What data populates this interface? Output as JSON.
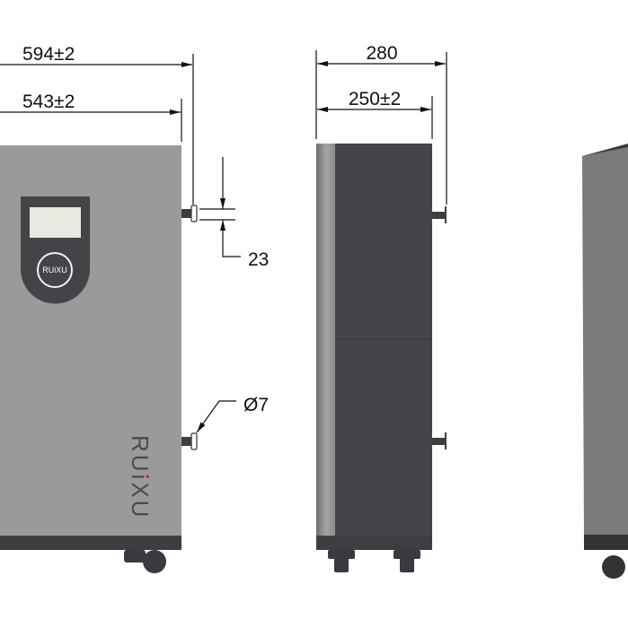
{
  "dimensions": {
    "front_height_total": "594±2",
    "front_height_body": "543±2",
    "connector_spacing": "23",
    "connector_diameter": "Ø7",
    "side_width_total": "280",
    "side_width_body": "250±2"
  },
  "brand": {
    "panel_logo": "RUiXU",
    "side_logo": "RUiXU"
  },
  "colors": {
    "body_gray": "#9a9a9a",
    "dark_panel": "#454449",
    "screen": "#e9e9e2",
    "logo_dot": "#d0202a",
    "dimension_line": "#111111"
  }
}
